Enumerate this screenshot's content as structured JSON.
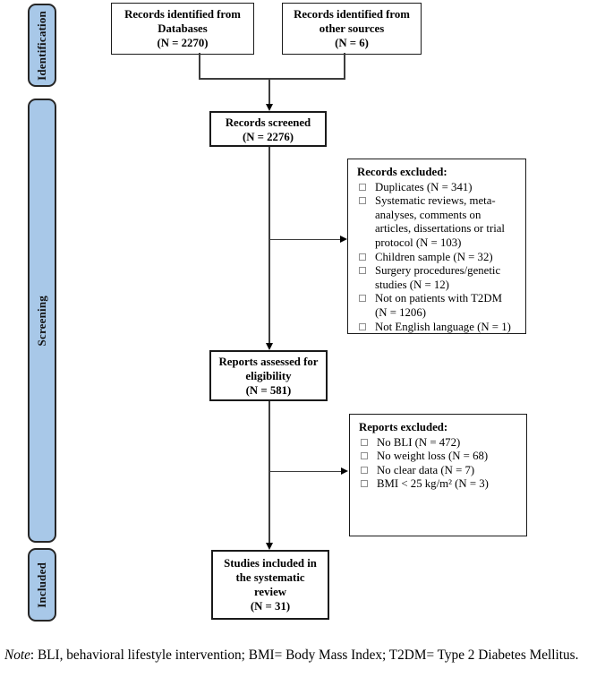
{
  "sidebar": {
    "stages": [
      {
        "label": "Identification"
      },
      {
        "label": "Screening"
      },
      {
        "label": "Included"
      }
    ]
  },
  "boxes": {
    "databases": {
      "lines": [
        "Records identified from",
        "Databases",
        "(N = 2270)"
      ]
    },
    "other_sources": {
      "lines": [
        "Records identified from",
        "other sources",
        "(N = 6)"
      ]
    },
    "screened": {
      "lines": [
        "Records screened",
        "(N = 2276)"
      ]
    },
    "eligibility": {
      "lines": [
        "Reports assessed for",
        "eligibility",
        "(N = 581)"
      ]
    },
    "included": {
      "lines": [
        "Studies included in",
        "the systematic",
        "review",
        "(N = 31)"
      ]
    },
    "records_excluded": {
      "title": "Records excluded:",
      "items": [
        "Duplicates (N = 341)",
        "Systematic reviews, meta-analyses, comments on articles, dissertations or trial protocol (N = 103)",
        "Children sample (N = 32)",
        "Surgery procedures/genetic studies (N = 12)",
        "Not on patients with T2DM (N = 1206)",
        "Not English language (N = 1)"
      ]
    },
    "reports_excluded": {
      "title": "Reports excluded:",
      "items": [
        "No BLI (N = 472)",
        "No weight loss (N = 68)",
        "No clear data (N = 7)",
        "BMI < 25 kg/m² (N = 3)"
      ]
    }
  },
  "note": {
    "prefix": "Note",
    "text": ": BLI,  behavioral lifestyle intervention; BMI= Body Mass Index; T2DM= Type 2 Diabetes Mellitus."
  },
  "colors": {
    "stage_fill": "#a8c8e8",
    "stage_border": "#262626",
    "box_border": "#1a1a1a",
    "connector": "#3d3d3d"
  }
}
